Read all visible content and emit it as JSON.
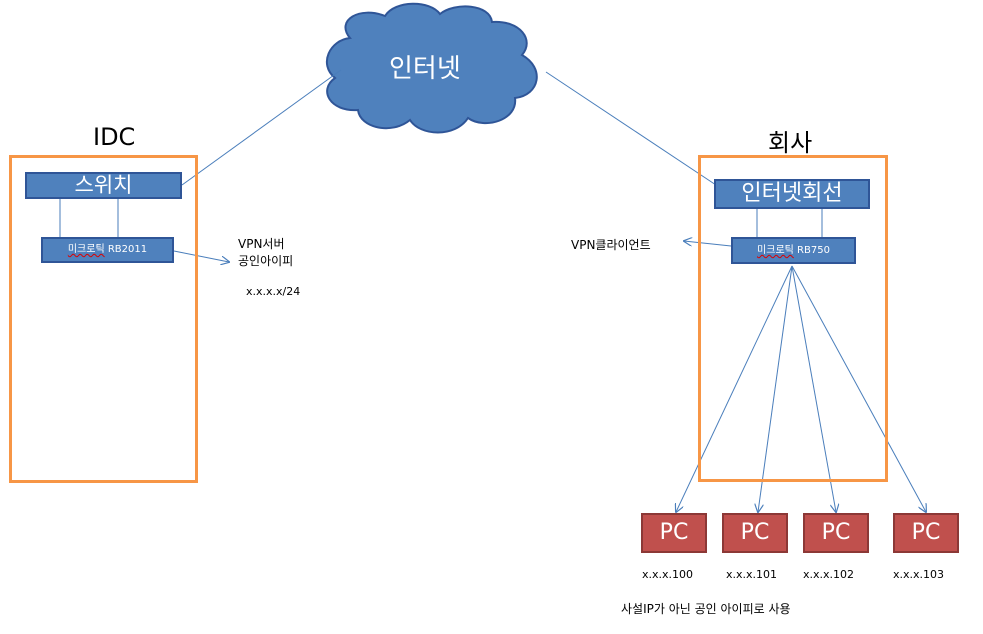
{
  "cloud": {
    "label": "인터넷"
  },
  "idc": {
    "title": "IDC",
    "switch_label": "스위치",
    "router_brand": "미크로틱",
    "router_model": "RB2011",
    "annotation_line1": "VPN서버",
    "annotation_line2": "공인아이피",
    "ip": "x.x.x.x/24"
  },
  "office": {
    "title": "회사",
    "line_label": "인터넷회선",
    "router_brand": "미크로틱",
    "router_model": "RB750",
    "annotation": "VPN클라이언트"
  },
  "pcs": [
    {
      "label": "PC",
      "ip": "x.x.x.100"
    },
    {
      "label": "PC",
      "ip": "x.x.x.101"
    },
    {
      "label": "PC",
      "ip": "x.x.x.102"
    },
    {
      "label": "PC",
      "ip": "x.x.x.103"
    }
  ],
  "footer_note": "사설IP가 아닌 공인 아이피로 사용",
  "colors": {
    "frame": "#f79646",
    "box_fill": "#4f81bd",
    "box_border": "#2f5597",
    "pc_fill": "#c0504d",
    "line": "#4a7ebb"
  }
}
